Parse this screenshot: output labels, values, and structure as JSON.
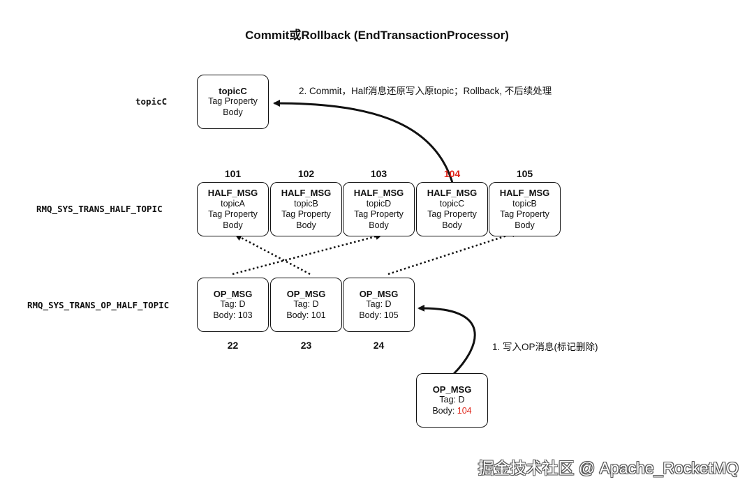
{
  "title": "Commit或Rollback (EndTransactionProcessor)",
  "labels": {
    "topic_c": "topicC",
    "half_topic": "RMQ_SYS_TRANS_HALF_TOPIC",
    "op_half_topic": "RMQ_SYS_TRANS_OP_HALF_TOPIC"
  },
  "topic_c_box": {
    "line1": "topicC",
    "line2": "Tag Property",
    "line3": "Body"
  },
  "half_messages": [
    {
      "offset": "101",
      "type": "HALF_MSG",
      "topic": "topicA",
      "tag_property": "Tag Property",
      "body": "Body"
    },
    {
      "offset": "102",
      "type": "HALF_MSG",
      "topic": "topicB",
      "tag_property": "Tag Property",
      "body": "Body"
    },
    {
      "offset": "103",
      "type": "HALF_MSG",
      "topic": "topicD",
      "tag_property": "Tag Property",
      "body": "Body"
    },
    {
      "offset": "104",
      "type": "HALF_MSG",
      "topic": "topicC",
      "tag_property": "Tag Property",
      "body": "Body"
    },
    {
      "offset": "105",
      "type": "HALF_MSG",
      "topic": "topicB",
      "tag_property": "Tag Property",
      "body": "Body"
    }
  ],
  "highlight_offset_color": "#e0261b",
  "op_messages": [
    {
      "offset": "22",
      "type": "OP_MSG",
      "tag": "Tag: D",
      "body": "Body: 103"
    },
    {
      "offset": "23",
      "type": "OP_MSG",
      "tag": "Tag: D",
      "body": "Body: 101"
    },
    {
      "offset": "24",
      "type": "OP_MSG",
      "tag": "Tag: D",
      "body": "Body: 105"
    }
  ],
  "new_op_message": {
    "type": "OP_MSG",
    "tag": "Tag: D",
    "body_prefix": "Body: ",
    "body_value": "104"
  },
  "notes": {
    "step1": "1. 写入OP消息(标记删除)",
    "step2": "2. Commit，Half消息还原写入原topic；Rollback, 不后续处理"
  },
  "watermark": "掘金技术社区 @ Apache_RocketMQ"
}
